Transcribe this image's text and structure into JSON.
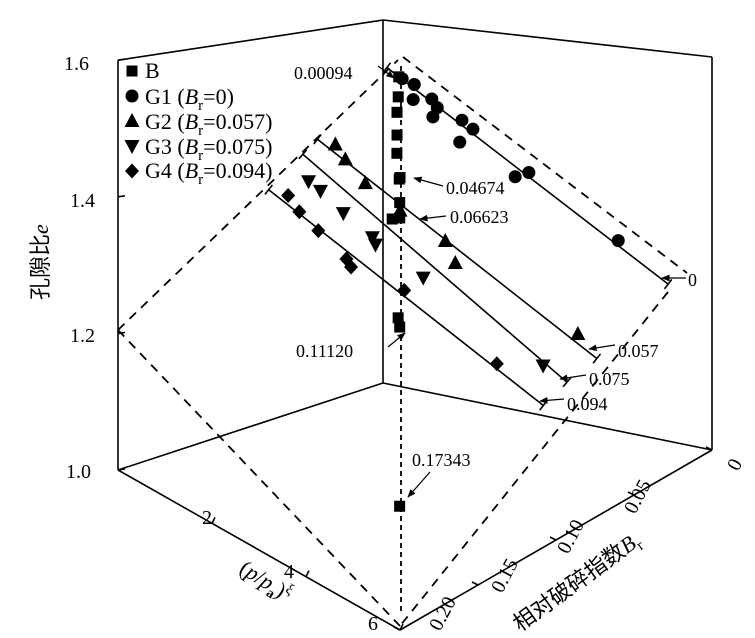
{
  "chart_data": {
    "type": "scatter",
    "title": "",
    "projection": "3d",
    "axes": {
      "e": {
        "title_text": "孔隙比",
        "title_var": "e",
        "range": [
          1.0,
          1.6
        ],
        "ticks": [
          "1.0",
          "1.2",
          "1.4",
          "1.6"
        ],
        "tick_values": [
          1.0,
          1.2,
          1.4,
          1.6
        ]
      },
      "p": {
        "title_open": "(",
        "title_p": "p",
        "title_slash": "/",
        "title_pa": "p",
        "title_pa_sub": "a",
        "title_close": ")",
        "title_sup": "ξ",
        "range": [
          0,
          6
        ],
        "ticks": [
          "2",
          "4",
          "6"
        ],
        "tick_values": [
          2,
          4,
          6
        ]
      },
      "Br": {
        "title_text": "相对破碎指数",
        "title_var": "B",
        "title_sub": "r",
        "range": [
          0,
          0.2
        ],
        "ticks": [
          "0",
          "0.05",
          "0.10",
          "0.15",
          "0.20"
        ],
        "tick_values": [
          0,
          0.05,
          0.1,
          0.15,
          0.2
        ]
      }
    },
    "legend": {
      "placement": "top-left",
      "items": [
        {
          "marker": "square",
          "prefix": "B",
          "var": "",
          "sub": "",
          "suffix": ""
        },
        {
          "marker": "circle",
          "prefix": "G1 (",
          "var": "B",
          "sub": "r",
          "suffix": "=0)"
        },
        {
          "marker": "triangle-up",
          "prefix": "G2 (",
          "var": "B",
          "sub": "r",
          "suffix": "=0.057)"
        },
        {
          "marker": "triangle-down",
          "prefix": "G3 (",
          "var": "B",
          "sub": "r",
          "suffix": "=0.075)"
        },
        {
          "marker": "diamond",
          "prefix": "G4 (",
          "var": "B",
          "sub": "r",
          "suffix": "=0.094)"
        }
      ]
    },
    "series": [
      {
        "name": "B",
        "marker": "square",
        "points": [
          {
            "p": 0.31,
            "Br": 0.00094,
            "e": 1.51
          },
          {
            "p": 0.4,
            "Br": 0.005,
            "e": 1.48
          },
          {
            "p": 0.55,
            "Br": 0.012,
            "e": 1.46
          },
          {
            "p": 0.75,
            "Br": 0.02,
            "e": 1.43
          },
          {
            "p": 1.0,
            "Br": 0.03,
            "e": 1.41
          },
          {
            "p": 1.3,
            "Br": 0.04,
            "e": 1.38
          },
          {
            "p": 1.49,
            "Br": 0.04674,
            "e": 1.39
          },
          {
            "p": 1.7,
            "Br": 0.055,
            "e": 1.36
          },
          {
            "p": 2.0,
            "Br": 0.06623,
            "e": 1.35
          },
          {
            "p": 1.85,
            "Br": 0.066,
            "e": 1.345
          },
          {
            "p": 2.9,
            "Br": 0.1,
            "e": 1.245
          },
          {
            "p": 3.25,
            "Br": 0.1112,
            "e": 1.25
          },
          {
            "p": 5.13,
            "Br": 0.17343,
            "e": 1.11
          }
        ]
      },
      {
        "name": "G1",
        "Br": 0,
        "marker": "circle",
        "fit": {
          "e0": 1.526,
          "slope": -0.0546,
          "p_range": [
            0.07,
            5.2
          ]
        },
        "points": [
          {
            "p": 0.35,
            "e": 1.507
          },
          {
            "p": 0.57,
            "e": 1.5
          },
          {
            "p": 0.55,
            "e": 1.475
          },
          {
            "p": 0.89,
            "e": 1.48
          },
          {
            "p": 0.99,
            "e": 1.467
          },
          {
            "p": 0.91,
            "e": 1.451
          },
          {
            "p": 1.44,
            "e": 1.452
          },
          {
            "p": 1.64,
            "e": 1.44
          },
          {
            "p": 1.4,
            "e": 1.416
          },
          {
            "p": 2.41,
            "e": 1.373
          },
          {
            "p": 2.66,
            "e": 1.383
          },
          {
            "p": 4.29,
            "e": 1.297
          }
        ]
      },
      {
        "name": "G2",
        "Br": 0.057,
        "marker": "triangle-up",
        "fit": {
          "e0": 1.44,
          "slope": -0.0435,
          "p_range": [
            0.19,
            5.5
          ]
        },
        "points": [
          {
            "p": 0.53,
            "e": 1.43
          },
          {
            "p": 0.72,
            "e": 1.41
          },
          {
            "p": 1.1,
            "e": 1.38
          },
          {
            "p": 1.76,
            "e": 1.35
          },
          {
            "p": 2.62,
            "e": 1.32
          },
          {
            "p": 2.81,
            "e": 1.29
          },
          {
            "p": 5.14,
            "e": 1.23
          }
        ]
      },
      {
        "name": "G3",
        "Br": 0.075,
        "marker": "triangle-down",
        "fit": {
          "e0": 1.437,
          "slope": -0.046,
          "p_range": [
            0.37,
            5.46
          ]
        },
        "points": [
          {
            "p": 0.48,
            "e": 1.38
          },
          {
            "p": 0.71,
            "e": 1.37
          },
          {
            "p": 1.15,
            "e": 1.345
          },
          {
            "p": 1.71,
            "e": 1.32
          },
          {
            "p": 1.77,
            "e": 1.31
          },
          {
            "p": 2.69,
            "e": 1.28
          },
          {
            "p": 5.0,
            "e": 1.2
          }
        ]
      },
      {
        "name": "G4",
        "Br": 0.094,
        "marker": "diamond",
        "fit": {
          "e0": 1.377,
          "slope": -0.036,
          "p_range": [
            0.2,
            5.57
          ]
        },
        "points": [
          {
            "p": 0.58,
            "e": 1.37
          },
          {
            "p": 0.8,
            "e": 1.35
          },
          {
            "p": 1.17,
            "e": 1.33
          },
          {
            "p": 1.72,
            "e": 1.3
          },
          {
            "p": 1.81,
            "e": 1.29
          },
          {
            "p": 2.85,
            "e": 1.28
          },
          {
            "p": 4.66,
            "e": 1.215
          }
        ]
      }
    ],
    "annotations": [
      "0.00094",
      "0.04674",
      "0.06623",
      "0.11120",
      "0.17343",
      "0",
      "0.057",
      "0.075",
      "0.094"
    ]
  }
}
